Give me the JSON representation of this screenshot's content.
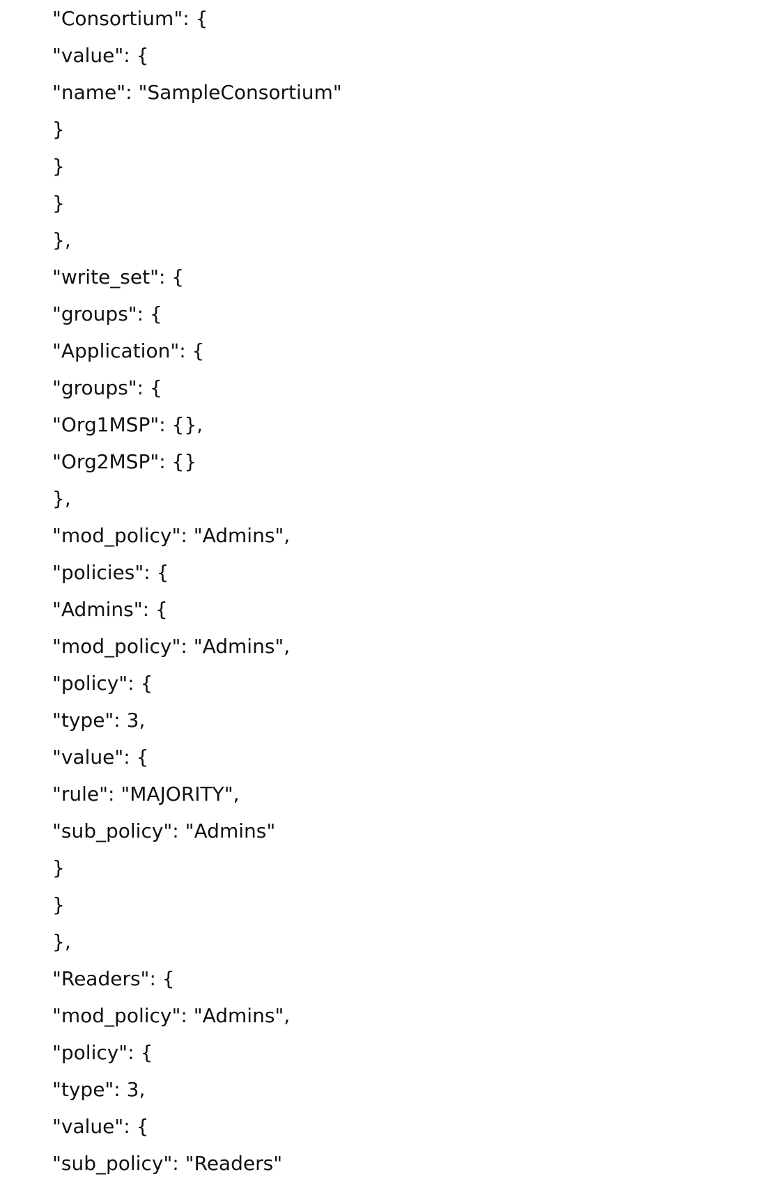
{
  "document": {
    "lines": [
      "\"Consortium\": {",
      "\"value\": {",
      "\"name\": \"SampleConsortium\"",
      "}",
      "}",
      "}",
      "},",
      "\"write_set\": {",
      "\"groups\": {",
      "\"Application\": {",
      "\"groups\": {",
      "\"Org1MSP\": {},",
      "\"Org2MSP\": {}",
      "},",
      "\"mod_policy\": \"Admins\",",
      "\"policies\": {",
      "\"Admins\": {",
      "\"mod_policy\": \"Admins\",",
      "\"policy\": {",
      "\"type\": 3,",
      "\"value\": {",
      "\"rule\": \"MAJORITY\",",
      "\"sub_policy\": \"Admins\"",
      "}",
      "}",
      "},",
      "\"Readers\": {",
      "\"mod_policy\": \"Admins\",",
      "\"policy\": {",
      "\"type\": 3,",
      "\"value\": {",
      "\"sub_policy\": \"Readers\""
    ]
  }
}
